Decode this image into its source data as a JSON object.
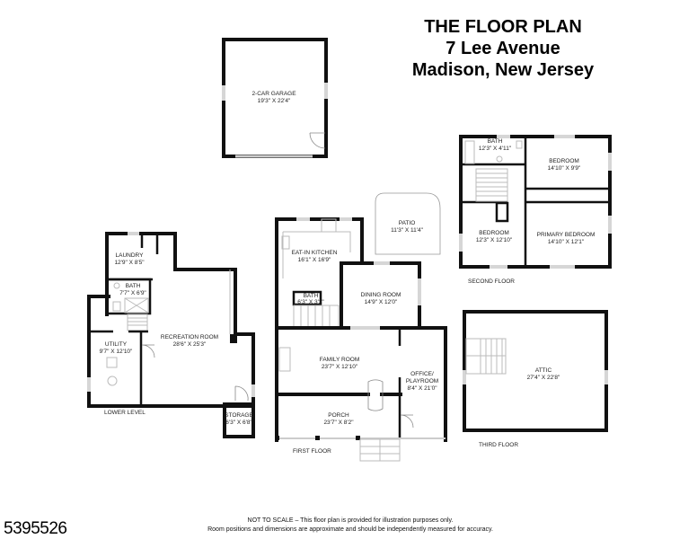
{
  "header": {
    "title": "THE FLOOR PLAN",
    "address_line1": "7 Lee Avenue",
    "address_line2": "Madison, New Jersey"
  },
  "garage": {
    "rooms": [
      {
        "name": "2-CAR GARAGE",
        "dims": "19'3\" X 22'4\""
      }
    ]
  },
  "lower_level": {
    "label": "LOWER LEVEL",
    "rooms": [
      {
        "name": "LAUNDRY",
        "dims": "12'9\" X 8'5\""
      },
      {
        "name": "BATH",
        "dims": "7'7\" X 6'9\""
      },
      {
        "name": "UTILITY",
        "dims": "9'7\" X 12'10\""
      },
      {
        "name": "RECREATION ROOM",
        "dims": "28'6\" X 25'3\""
      },
      {
        "name": "STORAGE",
        "dims": "6'3\" X 6'8\""
      }
    ]
  },
  "first_floor": {
    "label": "FIRST FLOOR",
    "rooms": [
      {
        "name": "EAT-IN KITCHEN",
        "dims": "16'1\" X 16'9\""
      },
      {
        "name": "BATH",
        "dims": "6'3\" X 3'2\""
      },
      {
        "name": "DINING ROOM",
        "dims": "14'9\" X 12'0\""
      },
      {
        "name": "PATIO",
        "dims": "11'3\" X 11'4\""
      },
      {
        "name": "FAMILY ROOM",
        "dims": "23'7\" X 12'10\""
      },
      {
        "name": "OFFICE/",
        "name2": "PLAYROOM",
        "dims": "8'4\" X 21'0\""
      },
      {
        "name": "PORCH",
        "dims": "23'7\" X 8'2\""
      }
    ]
  },
  "second_floor": {
    "label": "SECOND FLOOR",
    "rooms": [
      {
        "name": "BATH",
        "dims": "12'3\" X 4'11\""
      },
      {
        "name": "BEDROOM",
        "dims": "14'10\" X 9'9\""
      },
      {
        "name": "BEDROOM",
        "dims": "12'3\" X 12'10\""
      },
      {
        "name": "PRIMARY BEDROOM",
        "dims": "14'10\" X 12'1\""
      }
    ]
  },
  "third_floor": {
    "label": "THIRD FLOOR",
    "rooms": [
      {
        "name": "ATTIC",
        "dims": "27'4\" X 22'8\""
      }
    ]
  },
  "footer": {
    "mls_number": "5395526",
    "disclaimer_line1": "NOT TO SCALE – This floor plan is provided for illustration purposes only.",
    "disclaimer_line2": "Room positions and dimensions are approximate and should be independently measured for accuracy."
  }
}
